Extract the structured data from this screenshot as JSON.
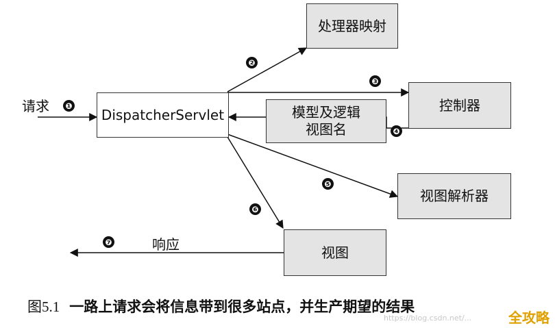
{
  "diagram": {
    "nodes": {
      "dispatcher": "DispatcherServlet",
      "handler_mapping": "处理器映射",
      "controller": "控制器",
      "model_view_line1": "模型及逻辑",
      "model_view_line2": "视图名",
      "view_resolver": "视图解析器",
      "view": "视图"
    },
    "labels": {
      "request": "请求",
      "response": "响应"
    },
    "steps": [
      "❶",
      "❷",
      "❸",
      "❹",
      "❺",
      "❻",
      "❼"
    ]
  },
  "caption": {
    "figure": "图5.1",
    "text": "一路上请求会将信息带到很多站点，并生产期望的结果"
  },
  "watermark": {
    "brand": "全攻略",
    "url": "https://blog.csdn.net/..."
  }
}
